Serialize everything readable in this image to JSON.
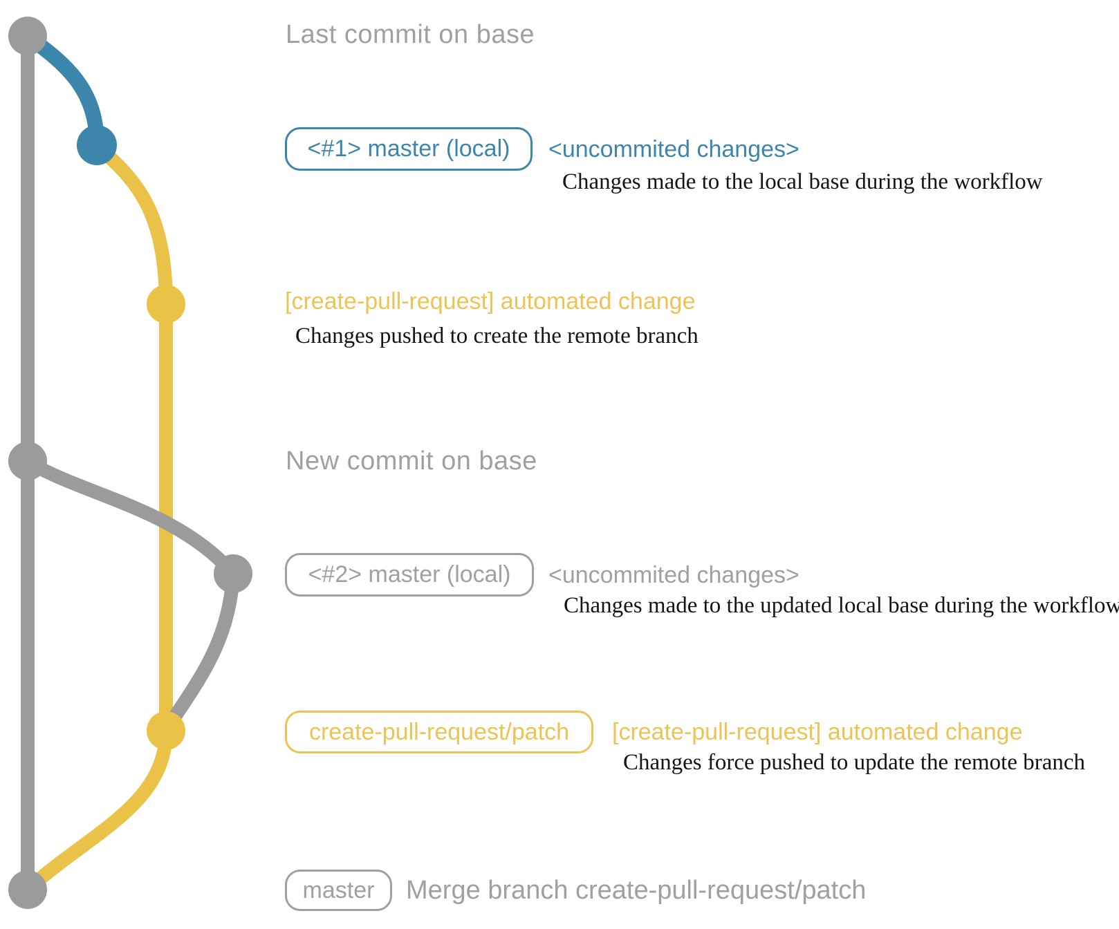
{
  "colors": {
    "background": "#ffffff",
    "gray_graph": "#9b9b9b",
    "gray_text": "#a0a0a0",
    "blue": "#3c86ac",
    "yellow_graph": "#e9c247",
    "yellow_text": "#ecc355",
    "serif_text": "#141414"
  },
  "graph": {
    "nodes": [
      {
        "name": "last-commit-on-base",
        "color": "gray"
      },
      {
        "name": "local-commit-1",
        "color": "blue"
      },
      {
        "name": "remote-branch-commit-1",
        "color": "yellow"
      },
      {
        "name": "new-commit-on-base",
        "color": "gray"
      },
      {
        "name": "local-commit-2",
        "color": "gray"
      },
      {
        "name": "remote-branch-commit-2",
        "color": "yellow"
      },
      {
        "name": "merge-commit",
        "color": "gray"
      }
    ]
  },
  "rows": {
    "heading_last": {
      "label": "Last commit on base"
    },
    "row1": {
      "badge": "<#1> master (local)",
      "annotation": "<uncommited changes>",
      "description": "Changes made to the local base during the workflow"
    },
    "row2": {
      "annotation": "[create-pull-request] automated change",
      "description": "Changes pushed to create the remote branch"
    },
    "heading_new": {
      "label": "New commit on base"
    },
    "row3": {
      "badge": "<#2> master (local)",
      "annotation": "<uncommited changes>",
      "description": "Changes made to the updated local base during the workflow"
    },
    "row4": {
      "badge": "create-pull-request/patch",
      "annotation": "[create-pull-request] automated change",
      "description": "Changes force pushed to update the remote branch"
    },
    "row5": {
      "badge": "master",
      "label": "Merge branch create-pull-request/patch"
    }
  }
}
